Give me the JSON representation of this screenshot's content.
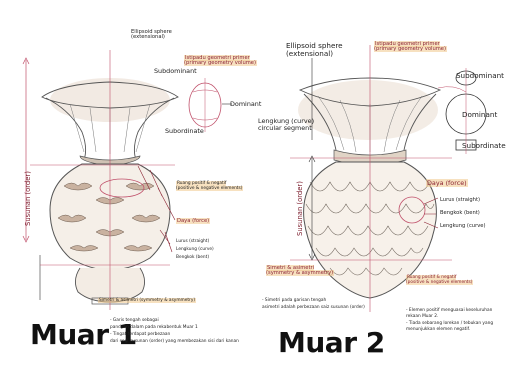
{
  "muar1": {
    "title": "Muar 1",
    "ellipsoid": "Ellipsoid sphere\n(extensional)",
    "geometry": "Istipadu geometri primer\n(primary geometry volume)",
    "subdominant": "Subdominant",
    "dominant": "Dominant",
    "subordinate": "Subordinate",
    "ruang": "Ruang positif & negatif\n(positive & negative elements)",
    "daya": "Daya (force)",
    "lurus": "Lurus (straight)",
    "lengkung": "Lengkung (curve)",
    "bengkok": "Bengkok (bent)",
    "susunan": "Susunan (order)",
    "simetri": "Simetri & asimetri (symmetry & asymmetry)",
    "notes": "- Garis tengah sebagai\npanduan dalam pada rekabentuk Muar 1\n- Tingat terdapat perbezaan\ndari segi susunan (order) yang membezakan sisi dari kanan"
  },
  "muar2": {
    "title": "Muar 2",
    "ellipsoid": "Ellipsoid sphere\n(extensional)",
    "geometry": "Istipadu geometri primer\n(primary geometry volume)",
    "subdominant": "Subdominant",
    "dominant": "Dominant",
    "subordinate": "Subordinate",
    "lengkung_circular": "Lengkung (curve)\ncircular segment",
    "susunan": "Susunan (order)",
    "daya": "Daya (force)",
    "lurus": "Lurus (straight)",
    "bengkok": "Bengkok (bent)",
    "lengkung": "Lengkung (curve)",
    "simetri": "Simetri & asimetri\n(symmetry & asymmetry)",
    "simetri_note": "- Simetri pada garisan tengah\nasimetri adalah perbezaan saiz susunan (order)",
    "ruang": "Ruang positif & negatif\n(positive & negative elements)",
    "ruang_note": "- Elemen positif menguasai keseluruhan\nrekaan Muar 2.\n- Tiada sebarang lorekan / tebukan yang\nmenunjukkan elemen negatif."
  },
  "colors": {
    "ink": "#8b2232",
    "highlight": "#f0c88c",
    "pencil": "#555555"
  }
}
